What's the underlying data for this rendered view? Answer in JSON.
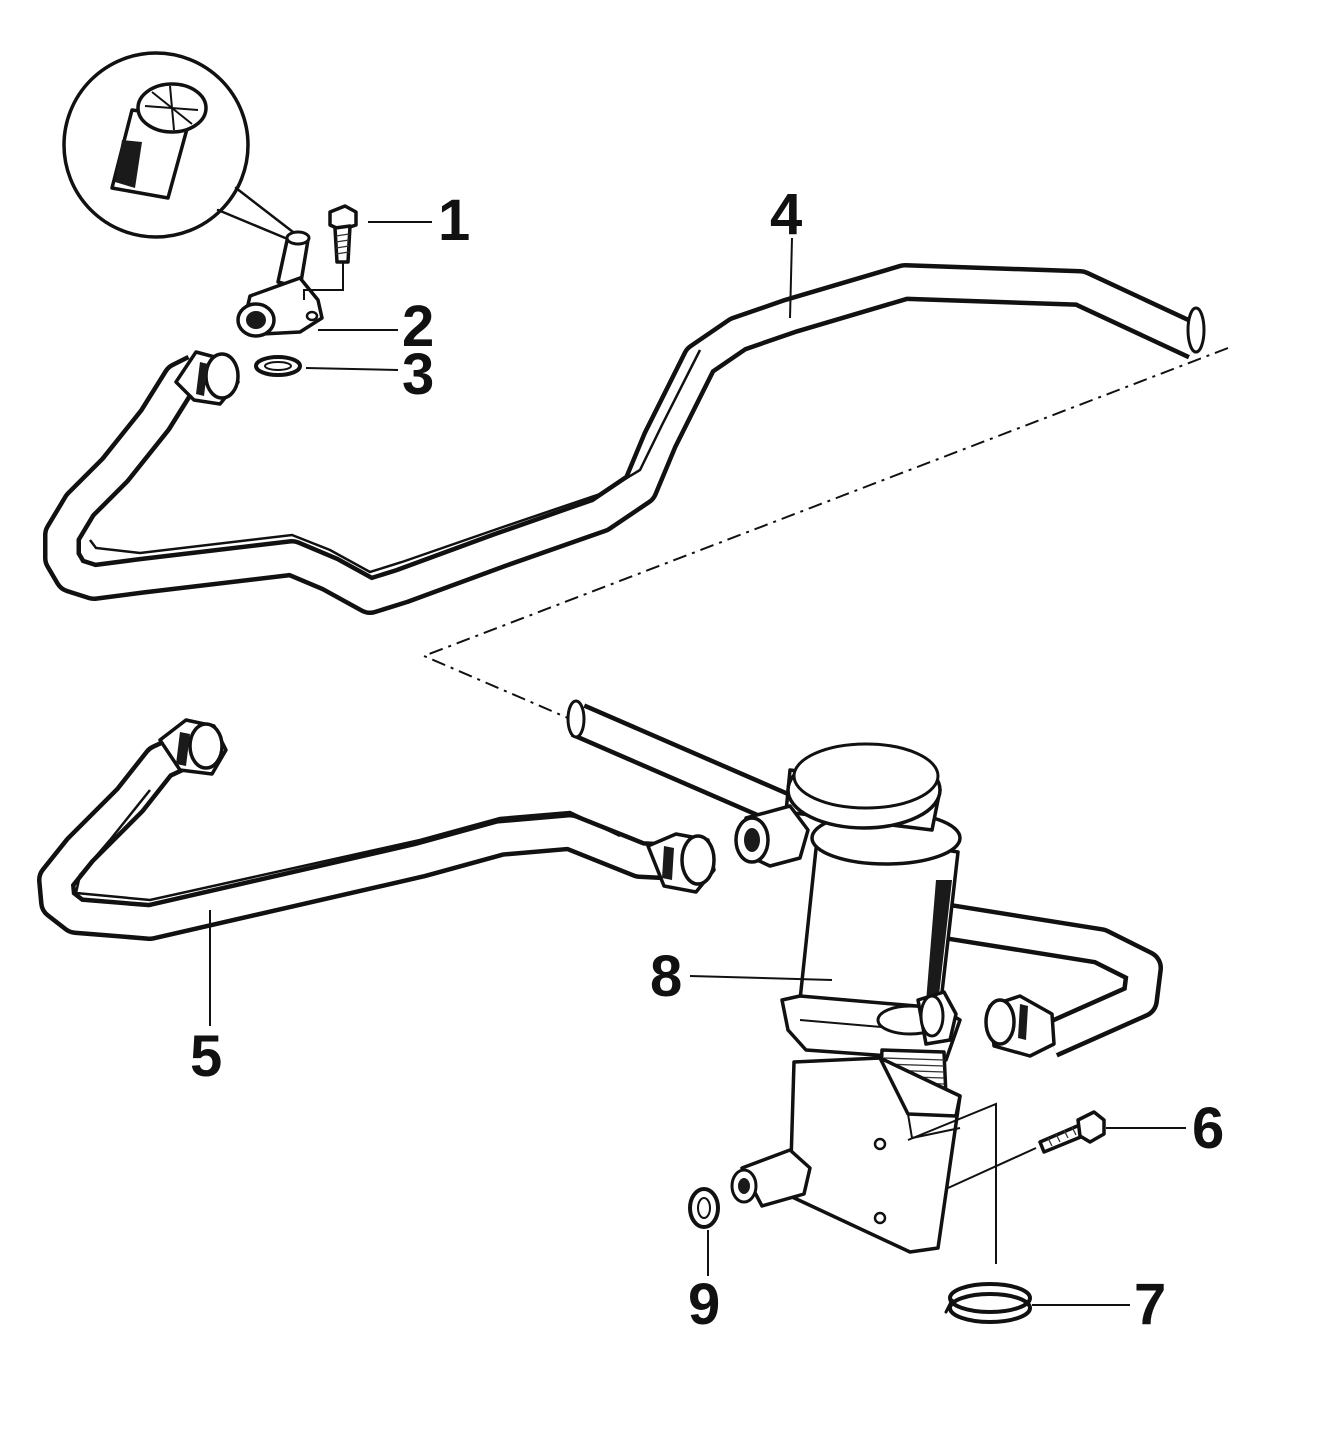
{
  "diagram": {
    "callouts": [
      {
        "id": "part-1",
        "label": "1"
      },
      {
        "id": "part-2",
        "label": "2"
      },
      {
        "id": "part-3",
        "label": "3"
      },
      {
        "id": "part-4",
        "label": "4"
      },
      {
        "id": "part-5",
        "label": "5"
      },
      {
        "id": "part-6",
        "label": "6"
      },
      {
        "id": "part-7",
        "label": "7"
      },
      {
        "id": "part-8",
        "label": "8"
      },
      {
        "id": "part-9",
        "label": "9"
      }
    ],
    "colors": {
      "ink": "#111111",
      "background": "#ffffff"
    }
  }
}
